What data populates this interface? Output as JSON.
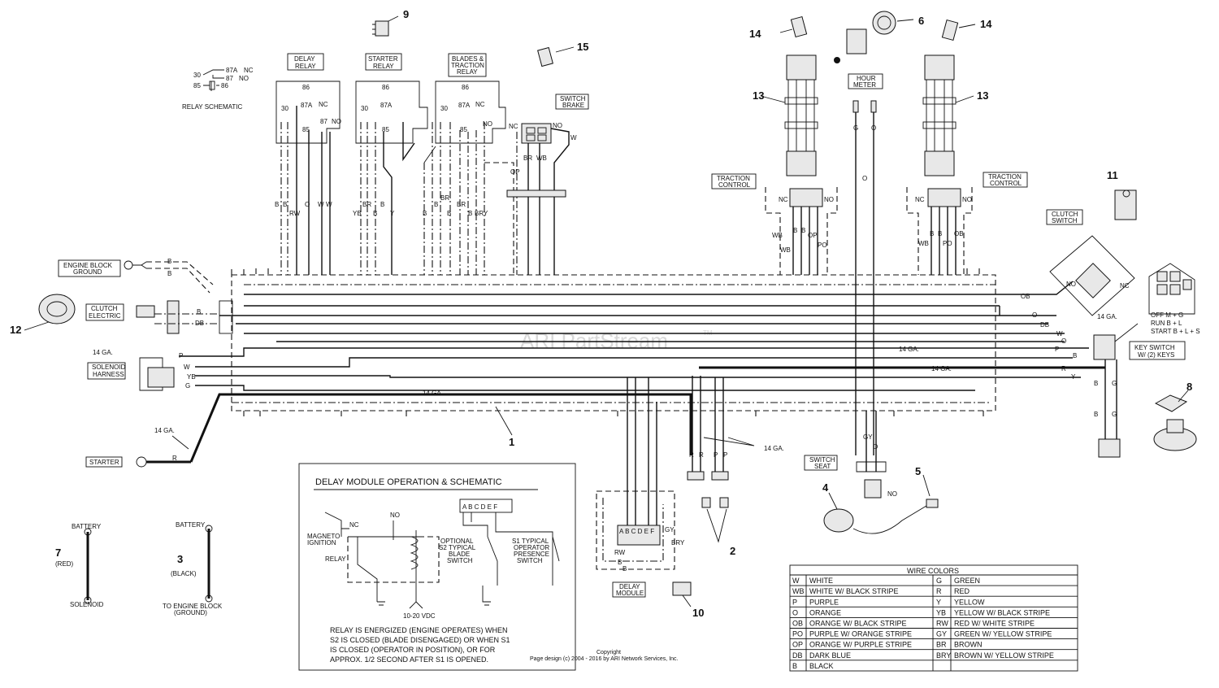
{
  "watermark": "ARI PartStream",
  "watermark_tm": "TM",
  "relays": {
    "schematic_caption": "RELAY SCHEMATIC",
    "schematic_pins": [
      "30",
      "87A",
      "NC",
      "87",
      "NO",
      "85",
      "86"
    ],
    "delay": {
      "label_l1": "DELAY",
      "label_l2": "RELAY"
    },
    "starter": {
      "label_l1": "STARTER",
      "label_l2": "RELAY"
    },
    "blades": {
      "label_l1": "BLADES &",
      "label_l2": "TRACTION",
      "label_l3": "RELAY"
    },
    "pins": {
      "p86": "86",
      "p30": "30",
      "p87a": "87A",
      "p87": "87",
      "p85": "85",
      "nc": "NC",
      "no": "NO"
    }
  },
  "labels": {
    "switch_brake_l1": "SWITCH",
    "switch_brake_l2": "BRAKE",
    "traction_l1": "TRACTION",
    "traction_l2": "CONTROL",
    "hour_meter_l1": "HOUR",
    "hour_meter_l2": "METER",
    "clutch_switch_l1": "CLUTCH",
    "clutch_switch_l2": "SWITCH",
    "engine_block_l1": "ENGINE BLOCK",
    "engine_block_l2": "GROUND",
    "clutch_electric_l1": "CLUTCH",
    "clutch_electric_l2": "ELECTRIC",
    "solenoid_harness_l1": "SOLENOID",
    "solenoid_harness_l2": "HARNESS",
    "starter": "STARTER",
    "switch_seat_l1": "SWITCH",
    "switch_seat_l2": "SEAT",
    "key_switch_l1": "KEY SWITCH",
    "key_switch_l2": "W/ (2) KEYS",
    "key_off": "OFF   M + G",
    "key_run": "RUN   B + L",
    "key_start": "START B + L + S",
    "delay_module_l1": "DELAY",
    "delay_module_l2": "MODULE",
    "gauge": "14 GA.",
    "battery": "BATTERY",
    "red": "(RED)",
    "black": "(BLACK)",
    "solenoid": "SOLENOID",
    "to_engine_block_l1": "TO ENGINE BLOCK",
    "to_engine_block_l2": "(GROUND)",
    "nc": "NC",
    "no": "NO"
  },
  "wire_codes": {
    "B": "B",
    "W": "W",
    "O": "O",
    "P": "P",
    "G": "G",
    "Y": "Y",
    "R": "R",
    "RW": "RW",
    "YB": "YB",
    "BR": "BR",
    "BRY": "BRY",
    "WB": "WB",
    "OP": "OP",
    "PO": "PO",
    "OB": "OB",
    "DB": "DB",
    "GY": "GY"
  },
  "callouts": [
    "1",
    "2",
    "3",
    "4",
    "5",
    "6",
    "7",
    "8",
    "9",
    "10",
    "11",
    "12",
    "13",
    "14",
    "15"
  ],
  "delay_schematic": {
    "title": "DELAY MODULE OPERATION & SCHEMATIC",
    "pins": "A B C D E F",
    "magneto_l1": "MAGNETO",
    "magneto_l2": "IGNITION",
    "relay": "RELAY",
    "s2_l1": "OPTIONAL",
    "s2_l2": "S2 TYPICAL",
    "s2_l3": "BLADE",
    "s2_l4": "SWITCH",
    "s1_l1": "S1 TYPICAL",
    "s1_l2": "OPERATOR",
    "s1_l3": "PRESENCE",
    "s1_l4": "SWITCH",
    "vdc": "10-20 VDC",
    "note": [
      "RELAY IS ENERGIZED (ENGINE OPERATES) WHEN",
      "S2 IS CLOSED (BLADE DISENGAGED) OR WHEN S1",
      "IS CLOSED (OPERATOR IN POSITION), OR FOR",
      "APPROX. 1/2 SECOND AFTER S1 IS OPENED."
    ]
  },
  "copyright": {
    "line1": "Copyright",
    "line2": "Page design (c) 2004 - 2016 by ARI Network Services, Inc."
  },
  "wire_colors": {
    "title": "WIRE COLORS",
    "rows": [
      [
        "W",
        "WHITE",
        "G",
        "GREEN"
      ],
      [
        "WB",
        "WHITE W/ BLACK STRIPE",
        "R",
        "RED"
      ],
      [
        "P",
        "PURPLE",
        "Y",
        "YELLOW"
      ],
      [
        "O",
        "ORANGE",
        "YB",
        "YELLOW W/ BLACK STRIPE"
      ],
      [
        "OB",
        "ORANGE W/ BLACK STRIPE",
        "RW",
        "RED W/ WHITE STRIPE"
      ],
      [
        "PO",
        "PURPLE W/ ORANGE STRIPE",
        "GY",
        "GREEN W/ YELLOW STRIPE"
      ],
      [
        "OP",
        "ORANGE W/ PURPLE STRIPE",
        "BR",
        "BROWN"
      ],
      [
        "DB",
        "DARK BLUE",
        "BRY",
        "BROWN W/ YELLOW STRIPE"
      ],
      [
        "B",
        "BLACK",
        "",
        ""
      ]
    ]
  }
}
